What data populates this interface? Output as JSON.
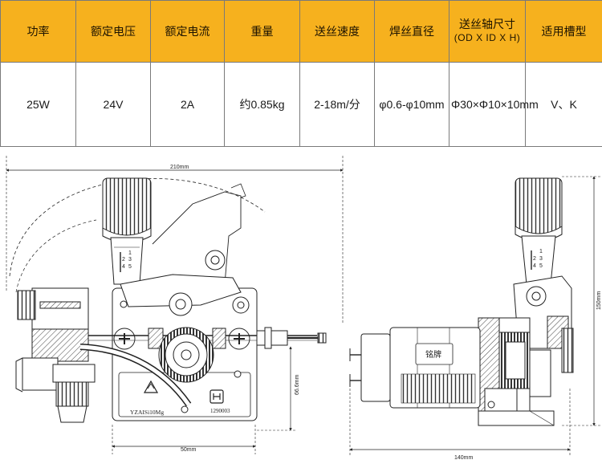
{
  "spec_table": {
    "headers": [
      {
        "label": "功率"
      },
      {
        "label": "额定电压"
      },
      {
        "label": "额定电流"
      },
      {
        "label": "重量"
      },
      {
        "label": "送丝速度"
      },
      {
        "label": "焊丝直径"
      },
      {
        "label": "送丝轴尺寸",
        "sub": "(OD X ID X H)"
      },
      {
        "label": "适用槽型"
      }
    ],
    "values": [
      "25W",
      "24V",
      "2A",
      "约0.85kg",
      "2-18m/分",
      "φ0.6-φ10mm",
      "Φ30×Φ10×10mm",
      "V、K"
    ]
  },
  "drawing": {
    "dim_width_front": "210mm",
    "dim_axle_height": "66.6mm",
    "dim_base_offset": "50mm",
    "dim_width_side": "140mm",
    "dim_height": "150mm",
    "nameplate": "铭牌",
    "model_text": "YZAISi10Mg",
    "serial_text": "1290003",
    "knob_scale_front": [
      "1",
      "2",
      "3",
      "4",
      "5"
    ],
    "knob_scale_side": [
      "1",
      "2",
      "3",
      "4",
      "5"
    ]
  }
}
